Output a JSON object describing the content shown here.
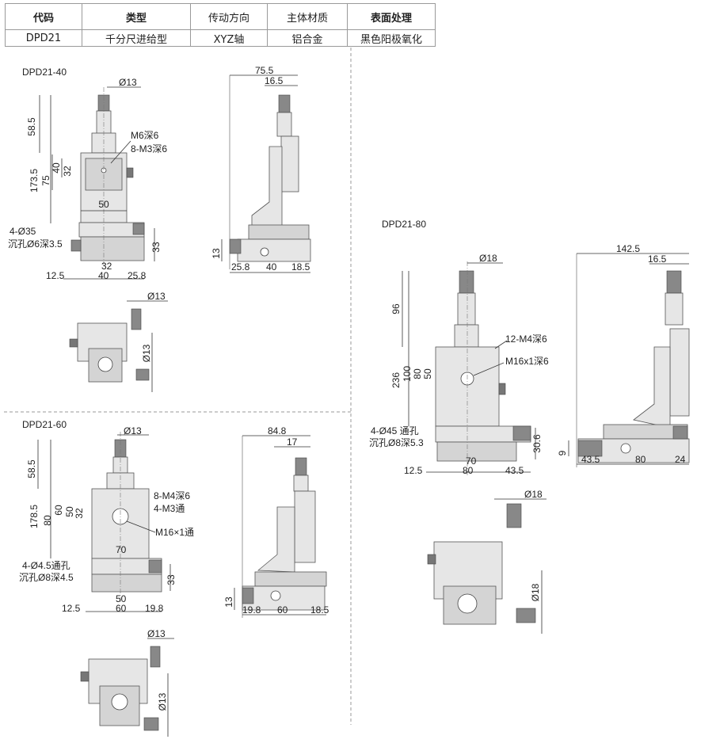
{
  "table": {
    "headers": [
      "代码",
      "类型",
      "传动方向",
      "主体材质",
      "表面处理"
    ],
    "row": [
      "DPD21",
      "千分尺进给型",
      "XYZ轴",
      "铝合金",
      "黑色阳极氧化"
    ]
  },
  "d40": {
    "title": "DPD21-40",
    "phi13a": "Ø13",
    "h58": "58.5",
    "m6": "M6深6",
    "m3": "8-M3深6",
    "h1735": "173.5",
    "w40v": "40",
    "h75": "75",
    "h32v": "32",
    "w50": "50",
    "holes1": "4-Ø35",
    "holes2": "沉孔Ø6深3.5",
    "h33": "33",
    "w125": "12.5",
    "w32": "32",
    "w40": "40",
    "w258": "25.8",
    "s755": "75.5",
    "s165": "16.5",
    "s13": "13",
    "s258": "25.8",
    "s40": "40",
    "s185": "18.5",
    "tphi13": "Ø13",
    "tphi13b": "Ø13"
  },
  "d60": {
    "title": "DPD21-60",
    "phi13a": "Ø13",
    "h58": "58.5",
    "h1785": "178.5",
    "h80": "80",
    "h60": "60",
    "h50": "50",
    "h32": "32",
    "m4": "8-M4深6",
    "m3": "4-M3通",
    "m16": "M16×1通",
    "w70": "70",
    "holes1": "4-Ø4.5通孔",
    "holes2": "沉孔Ø8深4.5",
    "h33": "33",
    "w50": "50",
    "w125": "12.5",
    "w60": "60",
    "w198": "19.8",
    "s848": "84.8",
    "s17": "17",
    "s13": "13",
    "s198": "19.8",
    "s60": "60",
    "s185": "18.5",
    "tphi13": "Ø13",
    "tphi13b": "Ø13"
  },
  "d80": {
    "title": "DPD21-80",
    "phi18a": "Ø18",
    "h96": "96",
    "m4": "12-M4深6",
    "m16": "M16x1深6",
    "h236": "236",
    "h100": "100",
    "h80": "80",
    "h50": "50",
    "holes1": "4-Ø45 通孔",
    "holes2": "沉孔Ø8深5.3",
    "h306": "30.6",
    "w70": "70",
    "w125": "12.5",
    "w80": "80",
    "w435": "43.5",
    "s1425": "142.5",
    "s165": "16.5",
    "s9": "9",
    "s435": "43.5",
    "s80": "80",
    "s24": "24",
    "tphi18": "Ø18",
    "tphi18b": "Ø18"
  }
}
